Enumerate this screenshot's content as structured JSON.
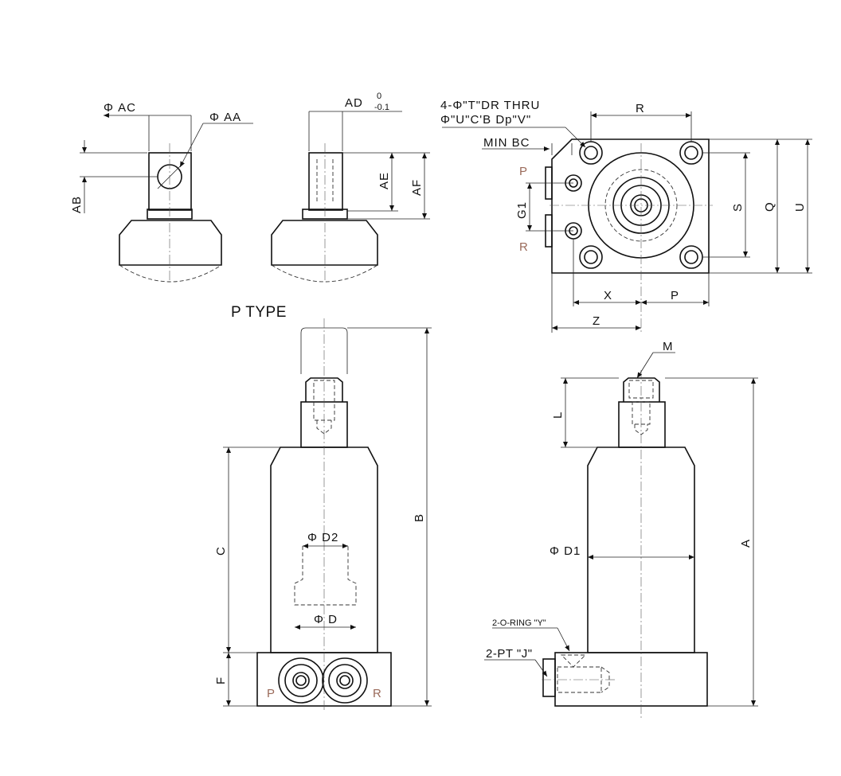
{
  "title": "P TYPE",
  "colors": {
    "line": "#111111",
    "port_label": "#9a6a5a"
  },
  "top_left": {
    "phi_ac": "Φ AC",
    "phi_aa": "Φ AA",
    "ab": "AB"
  },
  "top_mid": {
    "ad": "AD",
    "ad_tol_upper": "0",
    "ad_tol_lower": "-0.1",
    "ae": "AE",
    "af": "AF"
  },
  "top_right": {
    "note_line1": "4-Φ\"T\"DR THRU",
    "note_line2": "Φ\"U\"C'B Dp\"V\"",
    "min_bc": "MIN BC",
    "r": "R",
    "s": "S",
    "q": "Q",
    "u": "U",
    "p_port": "P",
    "r_port": "R",
    "g1": "G1",
    "x": "X",
    "p": "P",
    "z": "Z"
  },
  "bottom_left": {
    "b": "B",
    "c": "C",
    "f": "F",
    "phi_d2": "Φ D2",
    "phi_d": "Φ D",
    "p_port": "P",
    "r_port": "R"
  },
  "bottom_right": {
    "m": "M",
    "l": "L",
    "a": "A",
    "phi_d1": "Φ D1",
    "o_ring": "2-O-RING \"Y\"",
    "pt": "2-PT \"J\""
  }
}
